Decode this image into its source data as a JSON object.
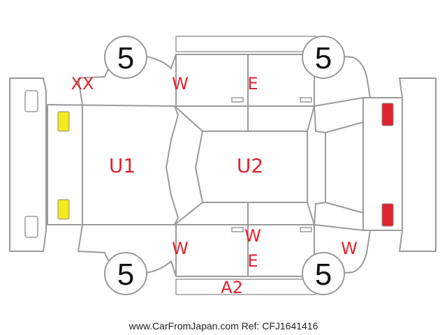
{
  "colors": {
    "damage_mark": "#e0232d",
    "outline": "#9a9a9a",
    "front_lamp": "#f2ea1d",
    "rear_lamp": "#e0232d",
    "tire_number": "#111111"
  },
  "tires": {
    "front_left": "5",
    "rear_left": "5",
    "front_right": "5",
    "rear_right": "5"
  },
  "marks": {
    "front_corner_top": "XX",
    "front_door_top": "W",
    "rear_door_top": "E",
    "roof_front": "U1",
    "roof_rear": "U2",
    "front_door_bottom": "W",
    "rear_door_bottom_1": "W",
    "rear_door_bottom_2": "E",
    "rear_corner_bottom": "W",
    "rocker_bottom": "A2"
  },
  "footer": "www.CarFromJapan.com Ref: CFJ1641416"
}
